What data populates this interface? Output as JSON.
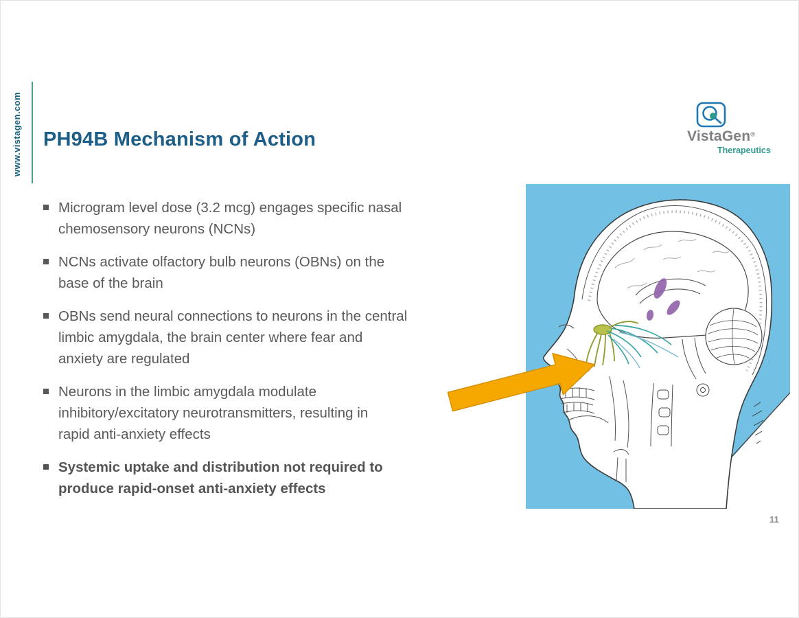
{
  "slide": {
    "sidebar_url": "www.vistagen.com",
    "title": "PH94B Mechanism of Action",
    "logo": {
      "name": "VistaGen",
      "registered": "®",
      "subtitle": "Therapeutics"
    },
    "bullets": [
      {
        "text": "Microgram level dose (3.2 mcg) engages specific nasal\nchemosensory neurons (NCNs)"
      },
      {
        "text": "NCNs activate olfactory bulb neurons (OBNs) on the\nbase of the brain"
      },
      {
        "text": "OBNs send neural connections to neurons in the central\nlimbic amygdala, the brain center where fear and\nanxiety are regulated"
      },
      {
        "text": "Neurons in the limbic amygdala modulate\ninhibitory/excitatory neurotransmitters, resulting in\nrapid anti-anxiety effects"
      },
      {
        "text": "Systemic uptake and distribution not required to\nproduce rapid-onset anti-anxiety effects"
      }
    ],
    "figure": {
      "background_color": "#72c0e4",
      "arrow_color": "#f5a800"
    },
    "page_number": "11",
    "colors": {
      "title": "#1c5e87",
      "body_text": "#595959",
      "sidebar_line": "#4aa18c",
      "logo_gray": "#7d7f82",
      "logo_teal": "#2f9b8e"
    }
  }
}
